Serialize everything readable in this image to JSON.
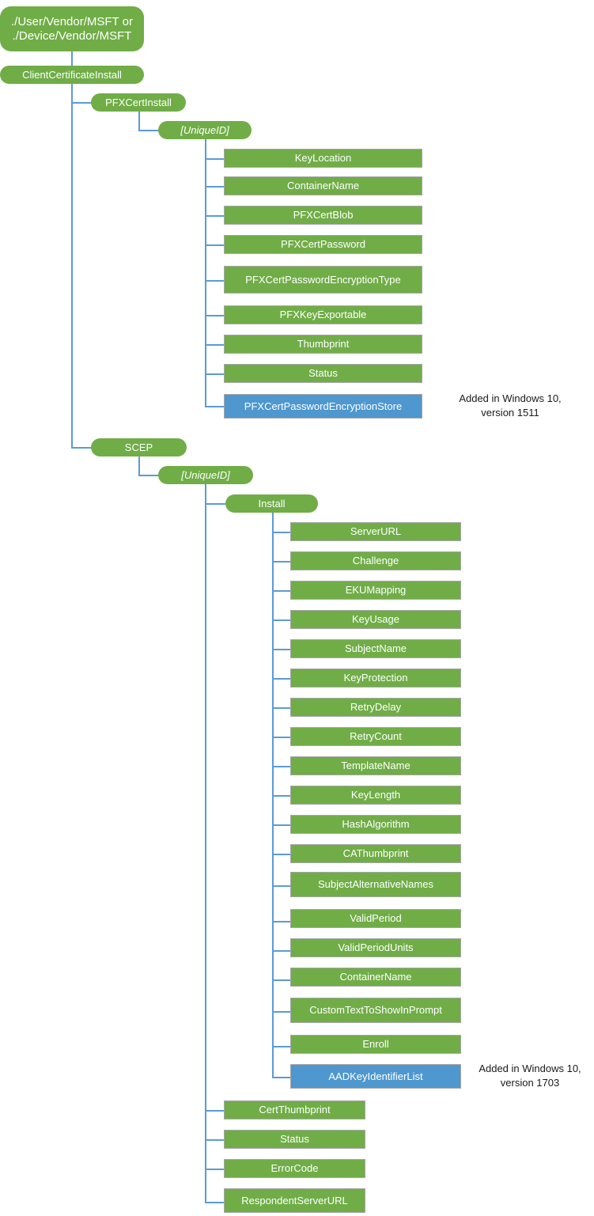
{
  "diagram": {
    "title": "ClientCertificateInstall CSP tree",
    "colors": {
      "node_green": "#70AD47",
      "node_blue": "#4E97CF",
      "connector_blue": "#5B9BD5",
      "node_border": "#A6A6A6",
      "node_text": "#FFFFFF",
      "annotation_text": "#1A1A1A",
      "background": "#FFFFFF"
    },
    "root": {
      "label": "./User/Vendor/MSFT or\n./Device/Vendor/MSFT"
    },
    "level1": {
      "label": "ClientCertificateInstall"
    },
    "branches": [
      {
        "name": "PFXCertInstall",
        "label": "PFXCertInstall",
        "unique_id_label": "[UniqueID]",
        "children": [
          {
            "label": "KeyLocation",
            "color": "green"
          },
          {
            "label": "ContainerName",
            "color": "green"
          },
          {
            "label": "PFXCertBlob",
            "color": "green"
          },
          {
            "label": "PFXCertPassword",
            "color": "green"
          },
          {
            "label": "PFXCertPasswordEncryptionType",
            "color": "green"
          },
          {
            "label": "PFXKeyExportable",
            "color": "green"
          },
          {
            "label": "Thumbprint",
            "color": "green"
          },
          {
            "label": "Status",
            "color": "green"
          },
          {
            "label": "PFXCertPasswordEncryptionStore",
            "color": "blue"
          }
        ],
        "annotation": "Added in Windows 10,\nversion 1511"
      },
      {
        "name": "SCEP",
        "label": "SCEP",
        "unique_id_label": "[UniqueID]",
        "install_label": "Install",
        "install_children": [
          {
            "label": "ServerURL",
            "color": "green"
          },
          {
            "label": "Challenge",
            "color": "green"
          },
          {
            "label": "EKUMapping",
            "color": "green"
          },
          {
            "label": "KeyUsage",
            "color": "green"
          },
          {
            "label": "SubjectName",
            "color": "green"
          },
          {
            "label": "KeyProtection",
            "color": "green"
          },
          {
            "label": "RetryDelay",
            "color": "green"
          },
          {
            "label": "RetryCount",
            "color": "green"
          },
          {
            "label": "TemplateName",
            "color": "green"
          },
          {
            "label": "KeyLength",
            "color": "green"
          },
          {
            "label": "HashAlgorithm",
            "color": "green"
          },
          {
            "label": "CAThumbprint",
            "color": "green"
          },
          {
            "label": "SubjectAlternativeNames",
            "color": "green"
          },
          {
            "label": "ValidPeriod",
            "color": "green"
          },
          {
            "label": "ValidPeriodUnits",
            "color": "green"
          },
          {
            "label": "ContainerName",
            "color": "green"
          },
          {
            "label": "CustomTextToShowInPrompt",
            "color": "green"
          },
          {
            "label": "Enroll",
            "color": "green"
          },
          {
            "label": "AADKeyIdentifierList",
            "color": "blue"
          }
        ],
        "annotation": "Added in Windows 10,\nversion 1703",
        "unique_id_children": [
          {
            "label": "CertThumbprint",
            "color": "green"
          },
          {
            "label": "Status",
            "color": "green"
          },
          {
            "label": "ErrorCode",
            "color": "green"
          },
          {
            "label": "RespondentServerURL",
            "color": "green"
          }
        ]
      }
    ]
  }
}
